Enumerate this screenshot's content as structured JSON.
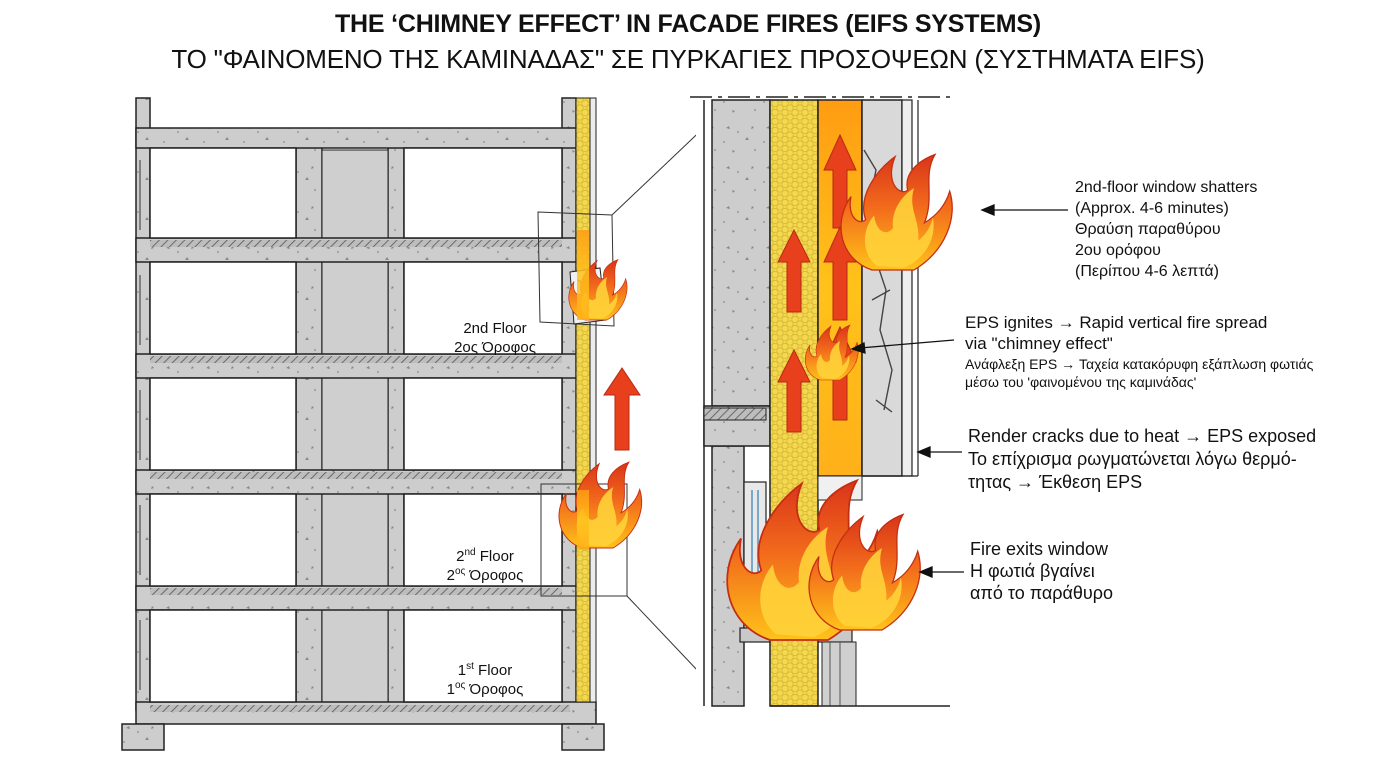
{
  "title": {
    "en": "THE ‘CHIMNEY EFFECT’ IN FACADE FIRES (EIFS SYSTEMS)",
    "gr": "ΤΟ \"ΦΑΙΝΟΜΕΝΟ ΤΗΣ ΚΑΜΙΝΑΔΑΣ\" ΣΕ ΠΥΡΚΑΓΙΕΣ ΠΡΟΣΟΨΕΩΝ (ΣΥΣΤΗΜΑΤΑ EIFS)"
  },
  "floor_labels": {
    "upper": {
      "en": "2nd Floor",
      "gr": "2ος Όροφος"
    },
    "middle": {
      "en_num": "2",
      "en_sup": "nd",
      "en_word": " Floor",
      "gr_num": "2",
      "gr_sup": "ος",
      "gr_word": " Όροφος"
    },
    "lower": {
      "en_num": "1",
      "en_sup": "st",
      "en_word": " Floor",
      "gr_num": "1",
      "gr_sup": "ος",
      "gr_word": " Όροφος"
    }
  },
  "callouts": {
    "window_shatters": [
      "2nd-floor window shatters",
      "(Approx. 4-6 minutes)",
      "Θραύση παραθύρου",
      "2ου ορόφου",
      "(Περίπου 4-6 λεπτά)"
    ],
    "eps_ignites": [
      "EPS ignites → Rapid vertical fire spread",
      "via \"chimney effect\""
    ],
    "eps_ignites_gr": [
      "Ανάφλεξη EPS → Ταχεία κατακόρυφη εξάπλωση φωτιάς",
      "μέσω του 'φαινομένου της καμινάδας'"
    ],
    "render_cracks": [
      "Render cracks due to heat → EPS exposed",
      "Το επίχρισμα ρωγματώνεται λόγω θερμό-",
      "τητας → Έκθεση EPS"
    ],
    "fire_exits": [
      "Fire exits window",
      "Η φωτιά βγαίνει",
      "από το παράθυρο"
    ]
  },
  "colors": {
    "concrete": "#c9c9c9",
    "concrete_dark": "#a8a8a8",
    "outline": "#222222",
    "eps_insulation": "#f4d94e",
    "flame_orange": "#f26a1b",
    "flame_yellow": "#ffc21a",
    "flame_red": "#d9341a",
    "arrow_red": "#e8401c"
  }
}
